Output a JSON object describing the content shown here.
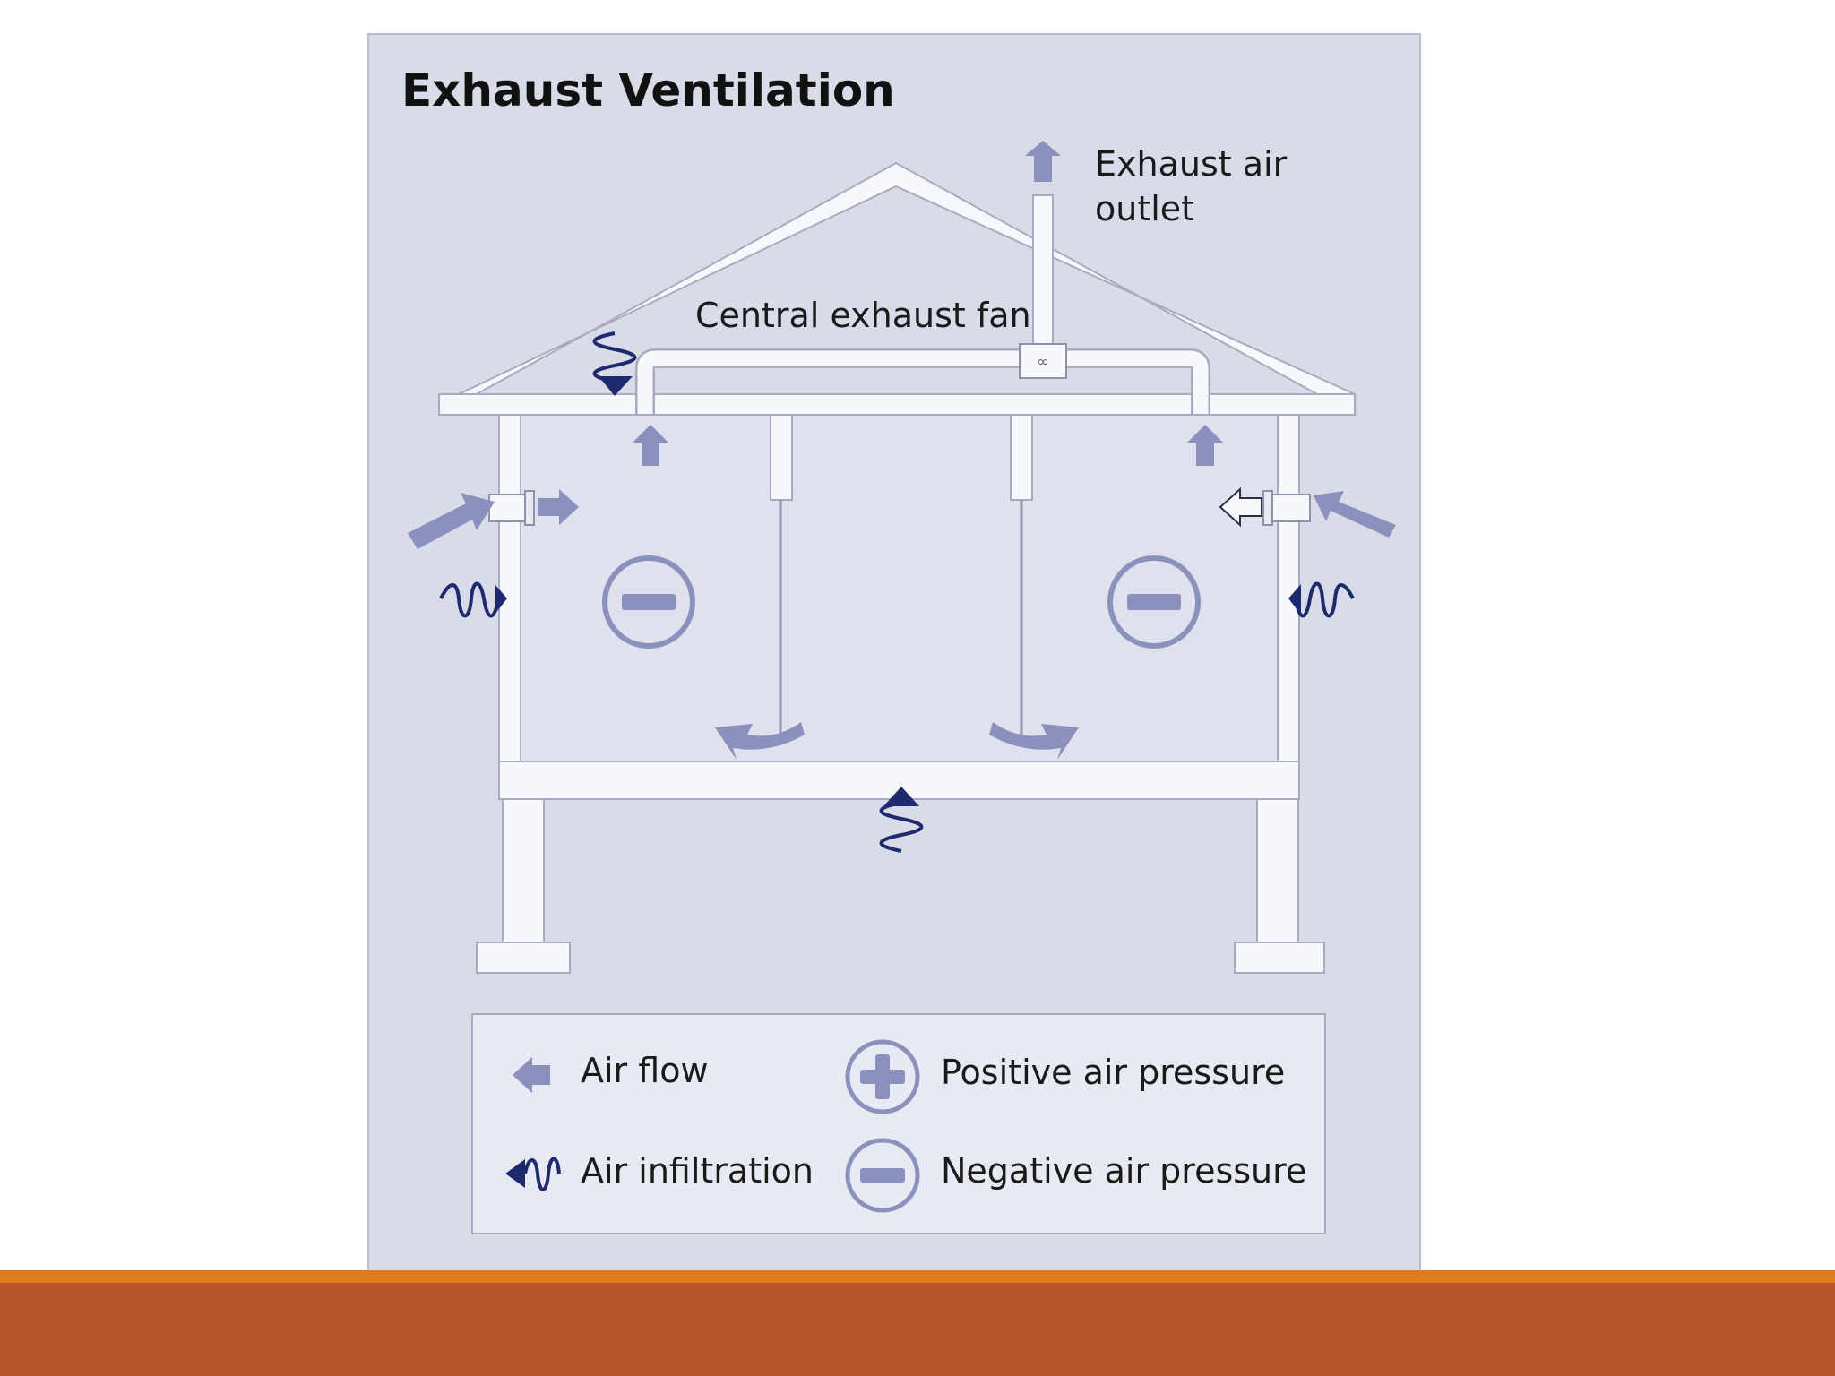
{
  "title": "Exhaust Ventilation",
  "labels": {
    "exhaust_outlet_line1": "Exhaust air",
    "exhaust_outlet_line2": "outlet",
    "central_fan": "Central exhaust fan"
  },
  "legend": {
    "air_flow": "Air flow",
    "air_infiltration": "Air infiltration",
    "positive_pressure": "Positive air pressure",
    "negative_pressure": "Negative air pressure"
  },
  "colors": {
    "panel_bg": "#D8DBE8",
    "structure_fill": "#F7F8FC",
    "arrow_fill": "#8B90BC",
    "infiltration": "#1E2A6E",
    "footer_bar": "#B8572A",
    "footer_accent": "#E07B1F"
  },
  "icons": [
    "air-flow-arrow-icon",
    "air-infiltration-icon",
    "positive-pressure-icon",
    "negative-pressure-icon",
    "exhaust-fan-icon"
  ]
}
